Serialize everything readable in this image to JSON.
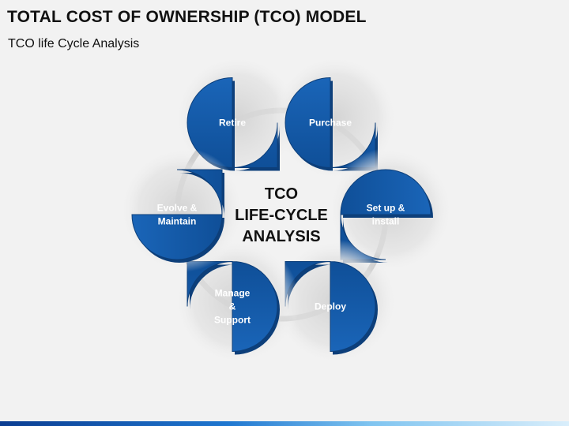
{
  "header": {
    "title": "TOTAL COST OF OWNERSHIP (TCO) MODEL",
    "subtitle": "TCO life Cycle Analysis"
  },
  "center": {
    "lines": [
      "TCO",
      "LIFE-CYCLE",
      "ANALYSIS"
    ]
  },
  "nodes": [
    {
      "id": "retire",
      "lines": [
        "Retire"
      ]
    },
    {
      "id": "purchase",
      "lines": [
        "Purchase"
      ]
    },
    {
      "id": "setup",
      "lines": [
        "Set up &",
        "install"
      ]
    },
    {
      "id": "deploy",
      "lines": [
        "Deploy"
      ]
    },
    {
      "id": "manage",
      "lines": [
        "Manage",
        "&",
        "Support"
      ]
    },
    {
      "id": "evolve",
      "lines": [
        "Evolve &",
        "Maintain"
      ]
    }
  ],
  "colors": {
    "node_fill": "#1359a8",
    "node_edge": "#0d3f7a",
    "ring": "#b5b5b5",
    "background": "#f2f2f2"
  }
}
